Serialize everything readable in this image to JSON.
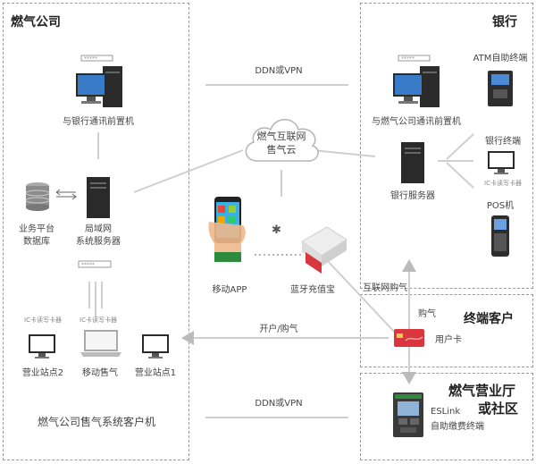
{
  "regions": {
    "gas_company": "燃气公司",
    "bank": "银行",
    "terminal_customer": "终端客户",
    "gas_hall": "燃气营业厅",
    "gas_hall_line2": "或社区"
  },
  "gas_company": {
    "front_server": "与银行通讯前置机",
    "database": "业务平台",
    "database_line2": "数据库",
    "lan_server": "局域网",
    "lan_server_line2": "系统服务器",
    "reader_left": "IC卡读写卡器",
    "reader_right": "IC卡读写卡器",
    "station2": "营业站点2",
    "mobile_sale": "移动售气",
    "station1": "营业站点1",
    "client_caption": "燃气公司售气系统客户机"
  },
  "bank": {
    "atm": "ATM自助终端",
    "front_server": "与燃气公司通讯前置机",
    "bank_terminal": "银行终端",
    "reader": "IC卡读写卡器",
    "bank_server": "银行服务器",
    "pos": "POS机"
  },
  "center": {
    "ddn_top": "DDN或VPN",
    "cloud": "燃气互联网",
    "cloud_line2": "售气云",
    "mobile_app": "移动APP",
    "bt_box": "蓝牙充值宝",
    "internet_buy": "互联网购气",
    "buy": "购气",
    "open_buy": "开户/购气",
    "user_card": "用户卡",
    "ddn_bottom": "DDN或VPN"
  },
  "gas_hall": {
    "eslink": "ESLink",
    "kiosk": "自助缴费终端"
  },
  "colors": {
    "line": "#c8c8c8",
    "dash": "#a0a0a0",
    "accent_green": "#28a745",
    "card_red": "#d9363e"
  }
}
